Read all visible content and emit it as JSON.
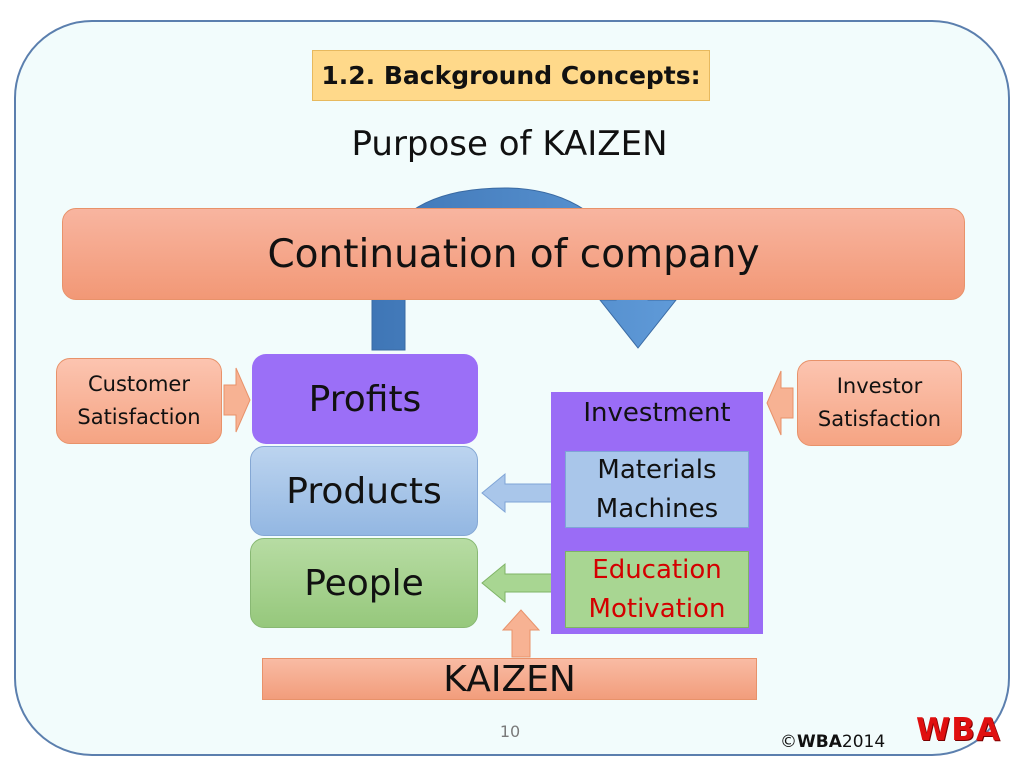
{
  "title": "1.2. Background Concepts:",
  "subtitle": "Purpose of KAIZEN",
  "diagram": {
    "top_goal": "Continuation of company",
    "customer_satisfaction": [
      "Customer",
      "Satisfaction"
    ],
    "investor_satisfaction": [
      "Investor",
      "Satisfaction"
    ],
    "stack": [
      "Profits",
      "Products",
      "People"
    ],
    "investment": {
      "label": "Investment",
      "materials": [
        "Materials",
        "Machines"
      ],
      "education": [
        "Education",
        "Motivation"
      ]
    },
    "base": "KAIZEN"
  },
  "colors": {
    "salmon": "#f5a483",
    "purple": "#9a6cf6",
    "blue": "#93b7e2",
    "green": "#96c87c",
    "education_text": "#d40000",
    "cycle_arrow": "#4f86c4"
  },
  "footer": {
    "page_number": "10",
    "copyright_symbol": "©",
    "copyright_org": "WBA",
    "copyright_year": "2014",
    "logo_text": "WBA"
  }
}
